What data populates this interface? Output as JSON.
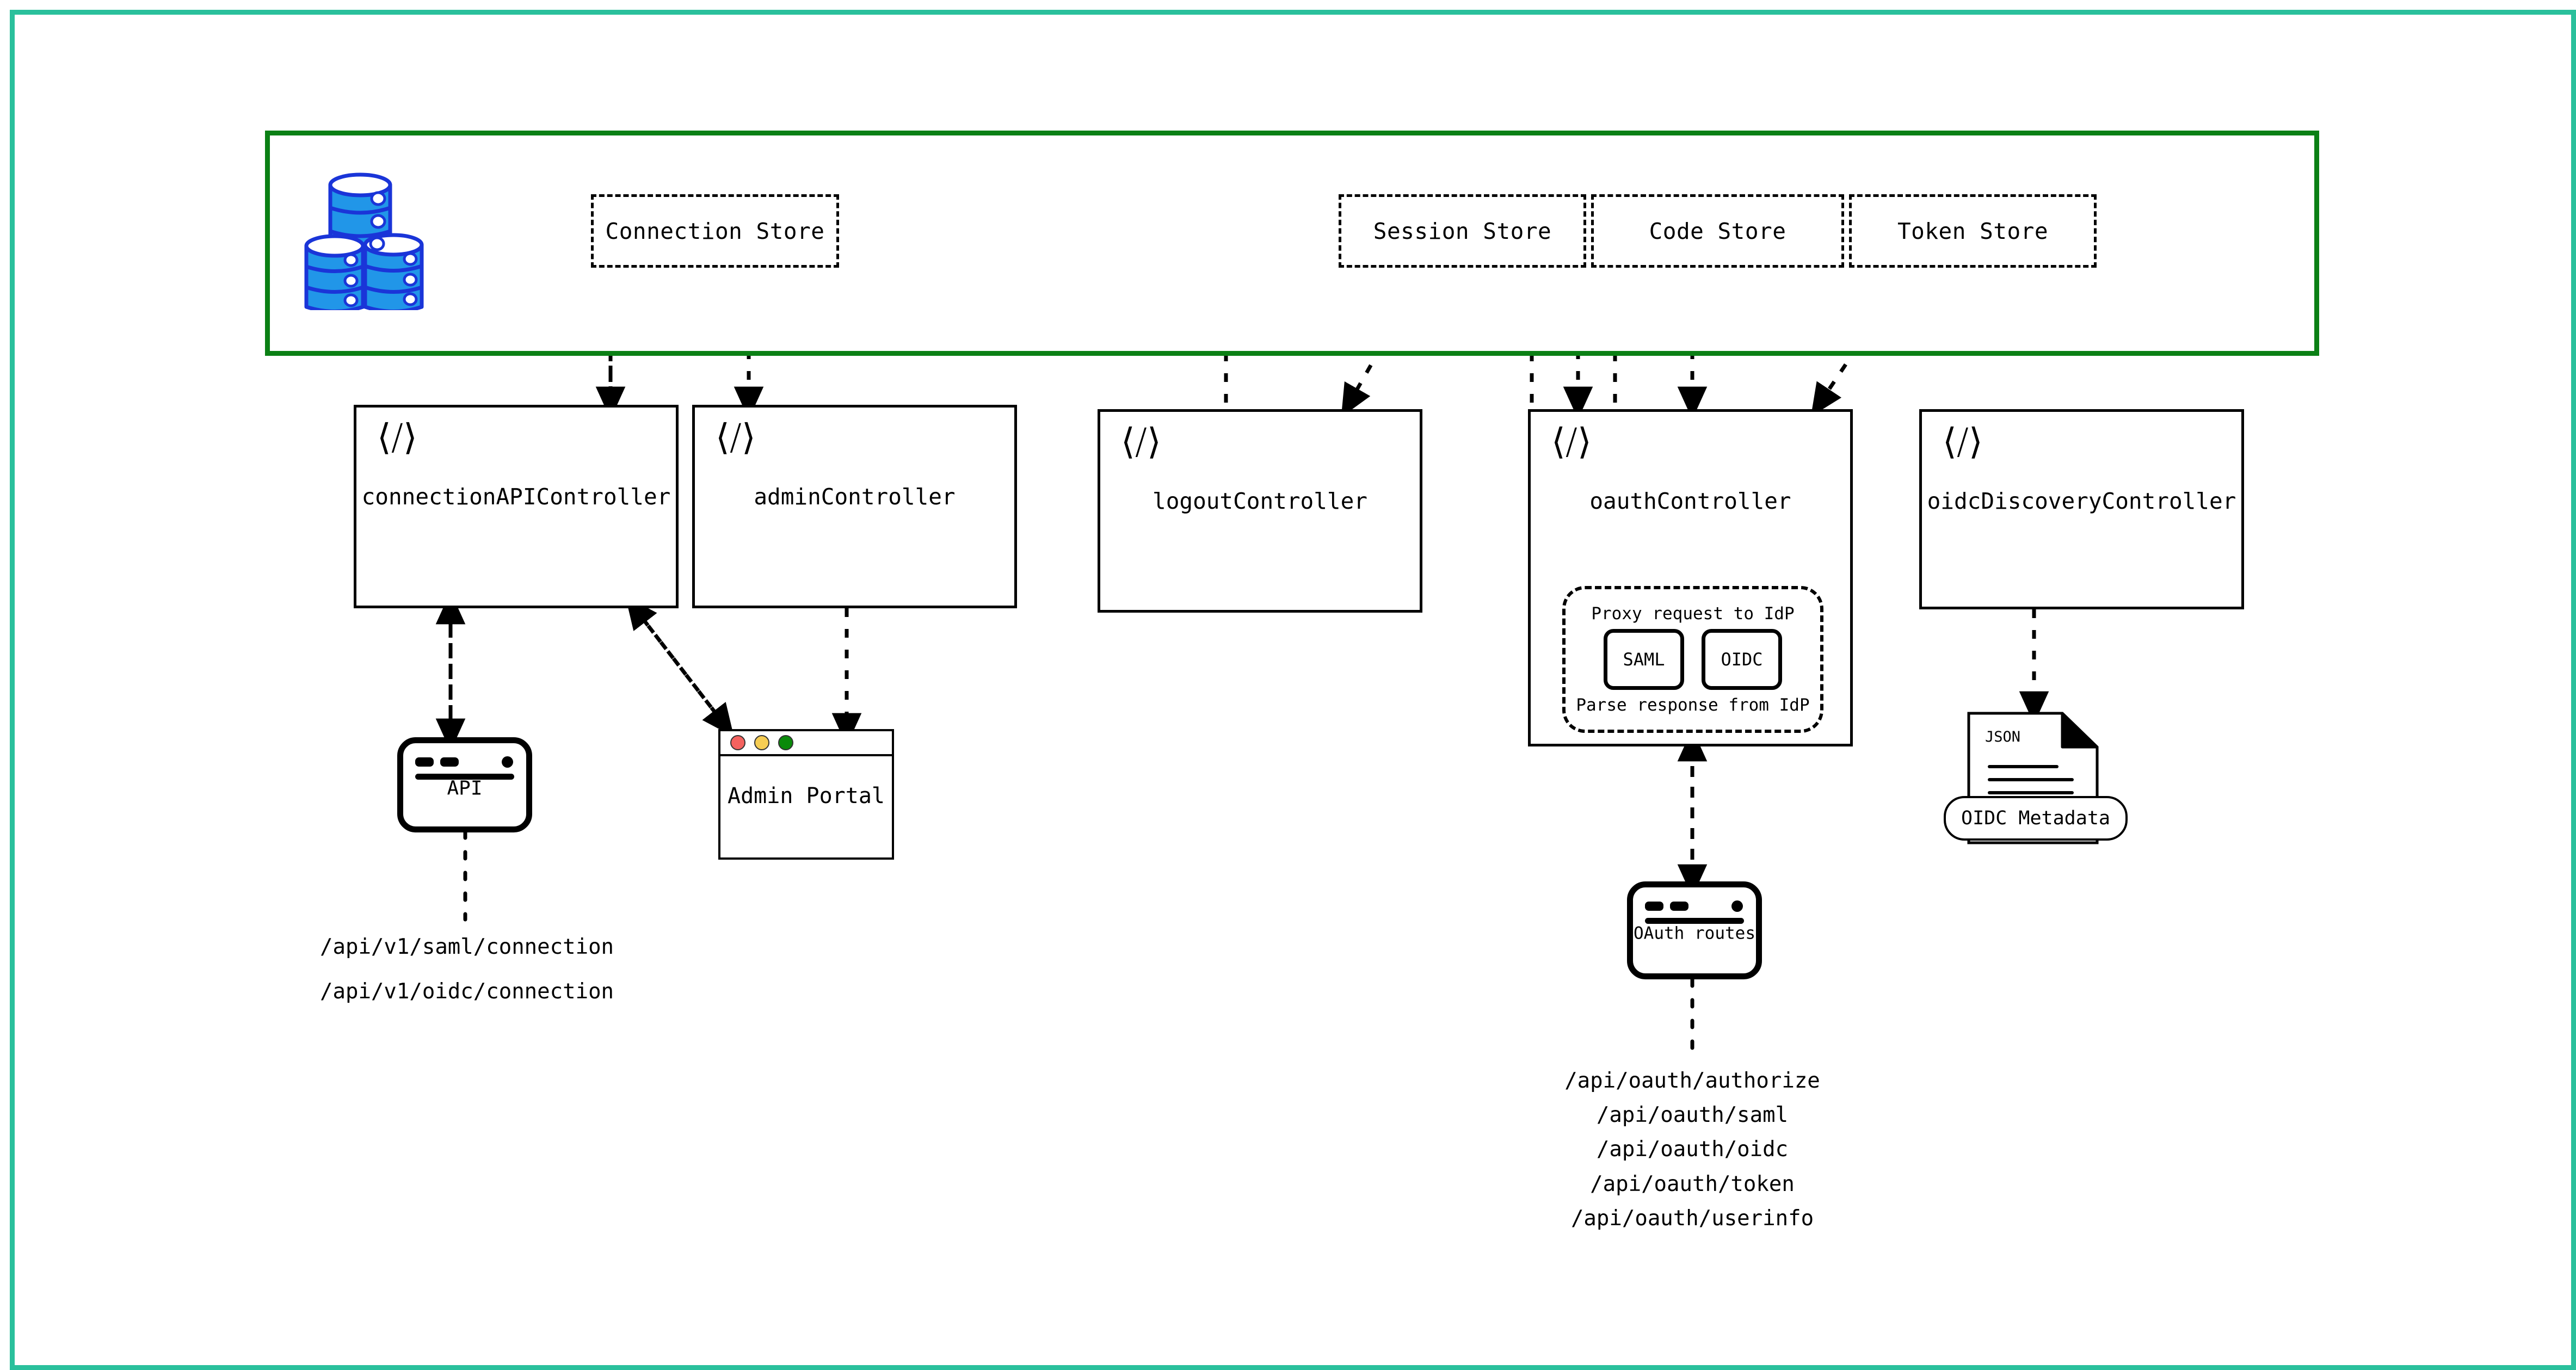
{
  "frame": {
    "accent": "#2ac09c"
  },
  "store_container": {
    "accent": "#0b8015"
  },
  "database_icon": {
    "name": "database-cluster-icon",
    "fill": "#2196e8",
    "stroke": "#1a35d8"
  },
  "stores": [
    {
      "id": "connection-store",
      "label": "Connection Store"
    },
    {
      "id": "session-store",
      "label": "Session Store"
    },
    {
      "id": "code-store",
      "label": "Code Store"
    },
    {
      "id": "token-store",
      "label": "Token Store"
    }
  ],
  "controllers": [
    {
      "id": "connection-api-controller",
      "label": "connectionAPIController",
      "icon": "code-tag-icon"
    },
    {
      "id": "admin-controller",
      "label": "adminController",
      "icon": "code-tag-icon"
    },
    {
      "id": "logout-controller",
      "label": "logoutController",
      "icon": "code-tag-icon"
    },
    {
      "id": "oauth-controller",
      "label": "oauthController",
      "icon": "code-tag-icon"
    },
    {
      "id": "oidc-discovery-controller",
      "label": "oidcDiscoveryController",
      "icon": "code-tag-icon"
    }
  ],
  "idp_panel": {
    "top_caption": "Proxy request to IdP",
    "bottom_caption": "Parse response from IdP",
    "buttons": [
      {
        "id": "saml-button",
        "label": "SAML"
      },
      {
        "id": "oidc-button",
        "label": "OIDC"
      }
    ]
  },
  "api_node": {
    "label": "API",
    "icon": "browser-window-icon"
  },
  "admin_portal": {
    "label": "Admin Portal",
    "dots": [
      {
        "name": "window-close-dot",
        "color": "#f4625f"
      },
      {
        "name": "window-minimize-dot",
        "color": "#f6cd53"
      },
      {
        "name": "window-maximize-dot",
        "color": "#0a8a0a"
      }
    ]
  },
  "oauth_routes_node": {
    "label": "OAuth routes",
    "icon": "browser-window-icon"
  },
  "oidc_metadata_doc": {
    "badge": "JSON",
    "label": "OIDC Metadata",
    "icon": "json-document-icon"
  },
  "connection_paths": [
    "/api/v1/saml/connection",
    "/api/v1/oidc/connection"
  ],
  "oauth_routes": [
    "/api/oauth/authorize",
    "/api/oauth/saml",
    "/api/oauth/oidc",
    "/api/oauth/token",
    "/api/oauth/userinfo"
  ]
}
